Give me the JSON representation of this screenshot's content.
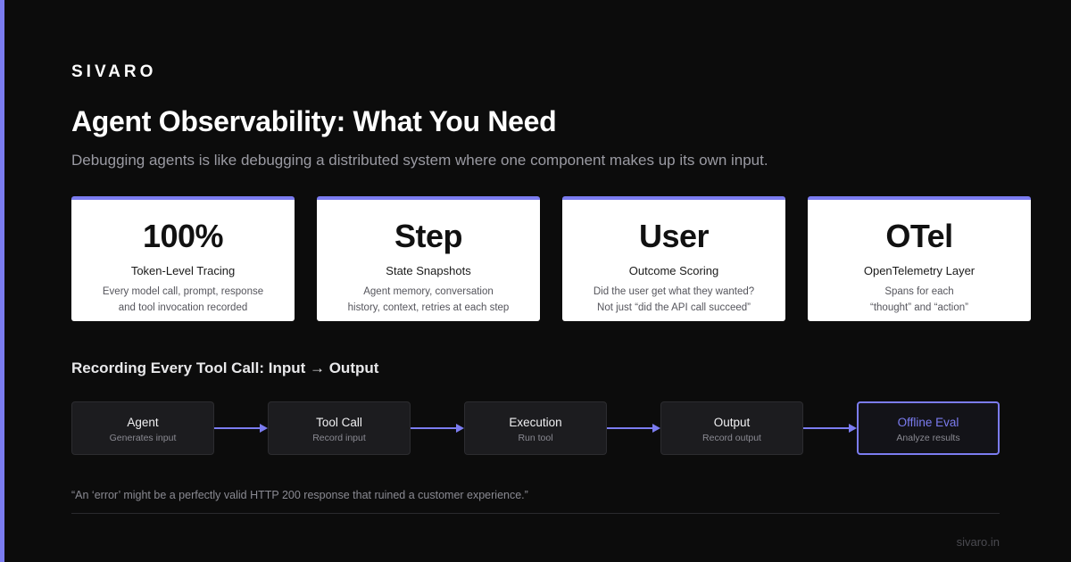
{
  "brand": "SIVARO",
  "title": "Agent Observability: What You Need",
  "subtitle": "Debugging agents is like debugging a distributed system where one component makes up its own input.",
  "cards": [
    {
      "stat": "100%",
      "label": "Token-Level Tracing",
      "desc_line1": "Every model call, prompt, response",
      "desc_line2": "and tool invocation recorded"
    },
    {
      "stat": "Step",
      "label": "State Snapshots",
      "desc_line1": "Agent memory, conversation",
      "desc_line2": "history, context, retries at each step"
    },
    {
      "stat": "User",
      "label": "Outcome Scoring",
      "desc_line1": "Did the user get what they wanted?",
      "desc_line2": "Not just “did the API call succeed”"
    },
    {
      "stat": "OTel",
      "label": "OpenTelemetry Layer",
      "desc_line1": "Spans for each",
      "desc_line2": "“thought” and “action”"
    }
  ],
  "section_title": "Recording Every Tool Call: Input → Output",
  "flow": [
    {
      "title": "Agent",
      "sub": "Generates input"
    },
    {
      "title": "Tool Call",
      "sub": "Record input"
    },
    {
      "title": "Execution",
      "sub": "Run tool"
    },
    {
      "title": "Output",
      "sub": "Record output"
    },
    {
      "title": "Offline Eval",
      "sub": "Analyze results"
    }
  ],
  "quote": "“An ‘error’ might be a perfectly valid HTTP 200 response that ruined a customer experience.”",
  "footer": "sivaro.in",
  "colors": {
    "accent": "#7b7cf0",
    "background": "#0c0c0c",
    "card": "#ffffff"
  }
}
